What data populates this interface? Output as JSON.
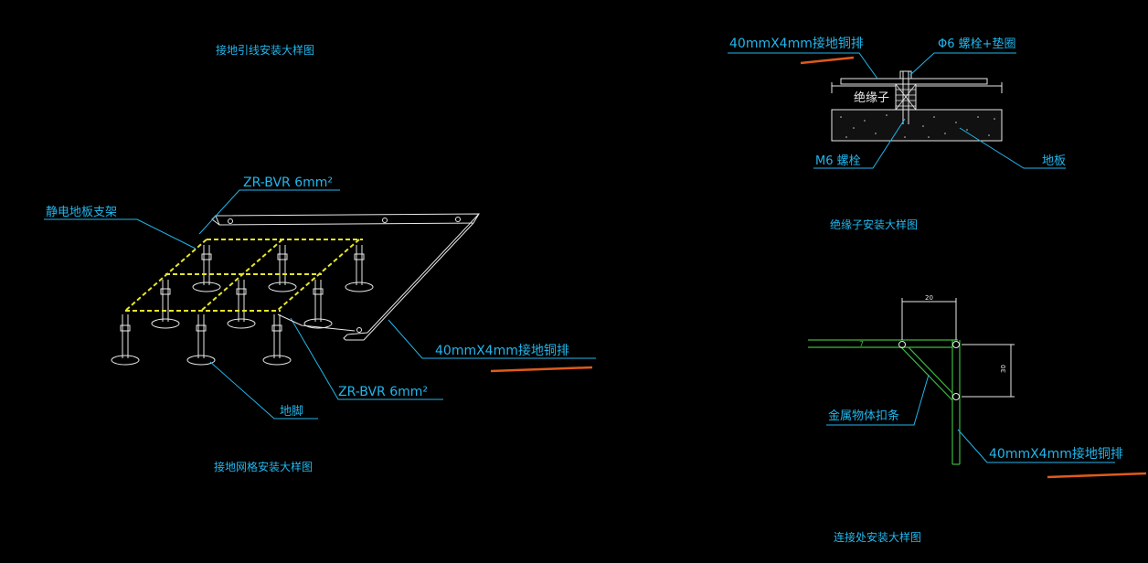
{
  "drawing": {
    "grounding_lead_title": "接地引线安装大样图",
    "insulator_title": "绝缘子安装大样图",
    "grounding_grid_title": "接地网格安装大样图",
    "connection_title": "连接处安装大样图"
  },
  "grid_detail": {
    "wire_label_top": "ZR-BVR 6mm²",
    "wire_label_bottom": "ZR-BVR 6mm²",
    "support_label": "静电地板支架",
    "copper_bar_label": "40mmX4mm接地铜排",
    "foot_label": "地脚"
  },
  "insulator_detail": {
    "copper_bar_label": "40mmX4mm接地铜排",
    "bolt_washer_label": "Φ6 螺栓+垫圈",
    "insulator_label": "绝缘子",
    "m6_bolt_label": "M6 螺栓",
    "floor_label": "地板"
  },
  "connection_detail": {
    "dim_horizontal": "20",
    "dim_vertical": "30",
    "strap_label": "金属物体扣条",
    "copper_bar_label": "40mmX4mm接地铜排",
    "rail_mark": "7"
  },
  "colors": {
    "background": "#000000",
    "label_cyan": "#22b6ec",
    "line_white": "#e8e8e8",
    "wire_yellow": "#e6e62a",
    "highlight_orange": "#e05b1a",
    "rail_green": "#3db83d"
  }
}
